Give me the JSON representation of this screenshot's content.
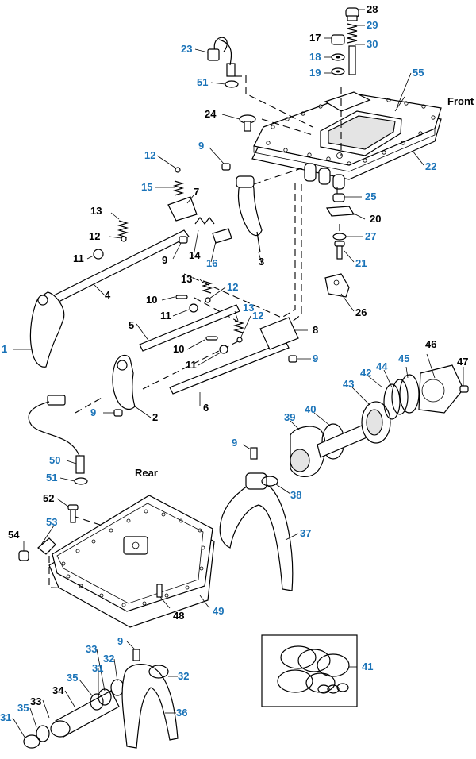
{
  "diagram": {
    "orientation_labels": {
      "front": "Front",
      "rear": "Rear"
    },
    "colors": {
      "callout_blue": "#1a73b8",
      "callout_black": "#000000",
      "line": "#000000"
    },
    "callouts": [
      {
        "id": "1",
        "text": "1",
        "color": "blue"
      },
      {
        "id": "2",
        "text": "2",
        "color": "black"
      },
      {
        "id": "3",
        "text": "3",
        "color": "black"
      },
      {
        "id": "4",
        "text": "4",
        "color": "black"
      },
      {
        "id": "5",
        "text": "5",
        "color": "black"
      },
      {
        "id": "6",
        "text": "6",
        "color": "black"
      },
      {
        "id": "7",
        "text": "7",
        "color": "black"
      },
      {
        "id": "8",
        "text": "8",
        "color": "black"
      },
      {
        "id": "9a",
        "text": "9",
        "color": "blue"
      },
      {
        "id": "9b",
        "text": "9",
        "color": "black"
      },
      {
        "id": "9c",
        "text": "9",
        "color": "blue"
      },
      {
        "id": "9d",
        "text": "9",
        "color": "blue"
      },
      {
        "id": "9e",
        "text": "9",
        "color": "blue"
      },
      {
        "id": "9f",
        "text": "9",
        "color": "blue"
      },
      {
        "id": "10a",
        "text": "10",
        "color": "black"
      },
      {
        "id": "10b",
        "text": "10",
        "color": "black"
      },
      {
        "id": "11a",
        "text": "11",
        "color": "black"
      },
      {
        "id": "11b",
        "text": "11",
        "color": "black"
      },
      {
        "id": "11c",
        "text": "11",
        "color": "black"
      },
      {
        "id": "12a",
        "text": "12",
        "color": "blue"
      },
      {
        "id": "12b",
        "text": "12",
        "color": "black"
      },
      {
        "id": "12c",
        "text": "12",
        "color": "blue"
      },
      {
        "id": "12d",
        "text": "12",
        "color": "blue"
      },
      {
        "id": "13a",
        "text": "13",
        "color": "black"
      },
      {
        "id": "13b",
        "text": "13",
        "color": "black"
      },
      {
        "id": "13c",
        "text": "13",
        "color": "blue"
      },
      {
        "id": "14",
        "text": "14",
        "color": "black"
      },
      {
        "id": "15",
        "text": "15",
        "color": "blue"
      },
      {
        "id": "16",
        "text": "16",
        "color": "blue"
      },
      {
        "id": "17",
        "text": "17",
        "color": "black"
      },
      {
        "id": "18",
        "text": "18",
        "color": "blue"
      },
      {
        "id": "19",
        "text": "19",
        "color": "blue"
      },
      {
        "id": "20",
        "text": "20",
        "color": "black"
      },
      {
        "id": "21",
        "text": "21",
        "color": "blue"
      },
      {
        "id": "22",
        "text": "22",
        "color": "blue"
      },
      {
        "id": "23",
        "text": "23",
        "color": "blue"
      },
      {
        "id": "24",
        "text": "24",
        "color": "black"
      },
      {
        "id": "25",
        "text": "25",
        "color": "blue"
      },
      {
        "id": "26",
        "text": "26",
        "color": "black"
      },
      {
        "id": "27",
        "text": "27",
        "color": "blue"
      },
      {
        "id": "28",
        "text": "28",
        "color": "black"
      },
      {
        "id": "29",
        "text": "29",
        "color": "blue"
      },
      {
        "id": "30",
        "text": "30",
        "color": "blue"
      },
      {
        "id": "31a",
        "text": "31",
        "color": "blue"
      },
      {
        "id": "31b",
        "text": "31",
        "color": "blue"
      },
      {
        "id": "32a",
        "text": "32",
        "color": "blue"
      },
      {
        "id": "32b",
        "text": "32",
        "color": "blue"
      },
      {
        "id": "33a",
        "text": "33",
        "color": "blue"
      },
      {
        "id": "33b",
        "text": "33",
        "color": "black"
      },
      {
        "id": "34",
        "text": "34",
        "color": "black"
      },
      {
        "id": "35a",
        "text": "35",
        "color": "blue"
      },
      {
        "id": "35b",
        "text": "35",
        "color": "blue"
      },
      {
        "id": "36",
        "text": "36",
        "color": "blue"
      },
      {
        "id": "37",
        "text": "37",
        "color": "blue"
      },
      {
        "id": "38",
        "text": "38",
        "color": "blue"
      },
      {
        "id": "39",
        "text": "39",
        "color": "blue"
      },
      {
        "id": "40",
        "text": "40",
        "color": "blue"
      },
      {
        "id": "41",
        "text": "41",
        "color": "blue"
      },
      {
        "id": "42",
        "text": "42",
        "color": "blue"
      },
      {
        "id": "43",
        "text": "43",
        "color": "blue"
      },
      {
        "id": "44",
        "text": "44",
        "color": "blue"
      },
      {
        "id": "45",
        "text": "45",
        "color": "blue"
      },
      {
        "id": "46",
        "text": "46",
        "color": "black"
      },
      {
        "id": "47",
        "text": "47",
        "color": "black"
      },
      {
        "id": "48",
        "text": "48",
        "color": "black"
      },
      {
        "id": "49",
        "text": "49",
        "color": "blue"
      },
      {
        "id": "50",
        "text": "50",
        "color": "blue"
      },
      {
        "id": "51a",
        "text": "51",
        "color": "blue"
      },
      {
        "id": "51b",
        "text": "51",
        "color": "blue"
      },
      {
        "id": "52",
        "text": "52",
        "color": "black"
      },
      {
        "id": "53",
        "text": "53",
        "color": "blue"
      },
      {
        "id": "54",
        "text": "54",
        "color": "black"
      },
      {
        "id": "55",
        "text": "55",
        "color": "blue"
      }
    ]
  }
}
